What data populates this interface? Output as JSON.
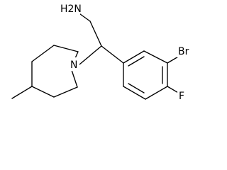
{
  "molecule": {
    "atom_labels": {
      "amine": "H2N",
      "ring_nitrogen": "N",
      "bromine": "Br",
      "fluorine": "F"
    }
  }
}
